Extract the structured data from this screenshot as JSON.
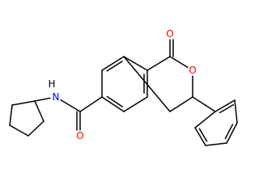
{
  "molecule": {
    "colors": {
      "bond": "#000000",
      "nitrogen": "#0000ff",
      "oxygen": "#ff0000"
    },
    "atoms": [
      {
        "id": "c1",
        "name": "cyclopentyl-c1",
        "element": "C",
        "label": ""
      },
      {
        "id": "c2",
        "name": "cyclopentyl-c2",
        "element": "C",
        "label": ""
      },
      {
        "id": "c3",
        "name": "cyclopentyl-c3",
        "element": "C",
        "label": ""
      },
      {
        "id": "c4",
        "name": "cyclopentyl-c4",
        "element": "C",
        "label": ""
      },
      {
        "id": "c5",
        "name": "cyclopentyl-c5",
        "element": "C",
        "label": ""
      },
      {
        "id": "n",
        "name": "amide-nitrogen",
        "element": "N",
        "label": "N"
      },
      {
        "id": "h",
        "name": "amide-hydrogen",
        "element": "H",
        "label": "H"
      },
      {
        "id": "cc",
        "name": "amide-carbonyl-carbon",
        "element": "C",
        "label": ""
      },
      {
        "id": "o1",
        "name": "amide-oxygen",
        "element": "O",
        "label": "O"
      },
      {
        "id": "a1",
        "name": "benzo-c1",
        "element": "C",
        "label": ""
      },
      {
        "id": "a2",
        "name": "benzo-c2",
        "element": "C",
        "label": ""
      },
      {
        "id": "a3",
        "name": "benzo-c3",
        "element": "C",
        "label": ""
      },
      {
        "id": "a4",
        "name": "benzo-c4",
        "element": "C",
        "label": ""
      },
      {
        "id": "a5",
        "name": "benzo-c5",
        "element": "C",
        "label": ""
      },
      {
        "id": "a6",
        "name": "benzo-c6",
        "element": "C",
        "label": ""
      },
      {
        "id": "lc",
        "name": "lactone-carbonyl-carbon",
        "element": "C",
        "label": ""
      },
      {
        "id": "o2",
        "name": "lactone-carbonyl-oxygen",
        "element": "O",
        "label": "O"
      },
      {
        "id": "o3",
        "name": "ring-oxygen",
        "element": "O",
        "label": "O"
      },
      {
        "id": "ch",
        "name": "ring-methine",
        "element": "C",
        "label": ""
      },
      {
        "id": "ch2",
        "name": "ring-methylene",
        "element": "C",
        "label": ""
      },
      {
        "id": "p1",
        "name": "phenyl-c1",
        "element": "C",
        "label": ""
      },
      {
        "id": "p2",
        "name": "phenyl-c2",
        "element": "C",
        "label": ""
      },
      {
        "id": "p3",
        "name": "phenyl-c3",
        "element": "C",
        "label": ""
      },
      {
        "id": "p4",
        "name": "phenyl-c4",
        "element": "C",
        "label": ""
      },
      {
        "id": "p5",
        "name": "phenyl-c5",
        "element": "C",
        "label": ""
      },
      {
        "id": "p6",
        "name": "phenyl-c6",
        "element": "C",
        "label": ""
      }
    ],
    "bonds": [
      {
        "a": "c1",
        "b": "c2",
        "order": 1
      },
      {
        "a": "c2",
        "b": "c3",
        "order": 1
      },
      {
        "a": "c3",
        "b": "c4",
        "order": 1
      },
      {
        "a": "c4",
        "b": "c5",
        "order": 1
      },
      {
        "a": "c5",
        "b": "c1",
        "order": 1
      },
      {
        "a": "c1",
        "b": "n",
        "order": 1
      },
      {
        "a": "n",
        "b": "cc",
        "order": 1
      },
      {
        "a": "cc",
        "b": "o1",
        "order": 2
      },
      {
        "a": "cc",
        "b": "a4",
        "order": 1
      },
      {
        "a": "a1",
        "b": "a2",
        "order": 2
      },
      {
        "a": "a2",
        "b": "a3",
        "order": 1
      },
      {
        "a": "a3",
        "b": "a4",
        "order": 2
      },
      {
        "a": "a4",
        "b": "a5",
        "order": 1
      },
      {
        "a": "a5",
        "b": "a6",
        "order": 2
      },
      {
        "a": "a6",
        "b": "a1",
        "order": 1
      },
      {
        "a": "a1",
        "b": "lc",
        "order": 1
      },
      {
        "a": "lc",
        "b": "o2",
        "order": 2
      },
      {
        "a": "lc",
        "b": "o3",
        "order": 1
      },
      {
        "a": "o3",
        "b": "ch",
        "order": 1
      },
      {
        "a": "ch",
        "b": "ch2",
        "order": 1
      },
      {
        "a": "ch2",
        "b": "a6",
        "order": 1
      },
      {
        "a": "ch",
        "b": "p1",
        "order": 1
      },
      {
        "a": "p1",
        "b": "p2",
        "order": 2
      },
      {
        "a": "p2",
        "b": "p3",
        "order": 1
      },
      {
        "a": "p3",
        "b": "p4",
        "order": 2
      },
      {
        "a": "p4",
        "b": "p5",
        "order": 1
      },
      {
        "a": "p5",
        "b": "p6",
        "order": 2
      },
      {
        "a": "p6",
        "b": "p1",
        "order": 1
      }
    ]
  }
}
